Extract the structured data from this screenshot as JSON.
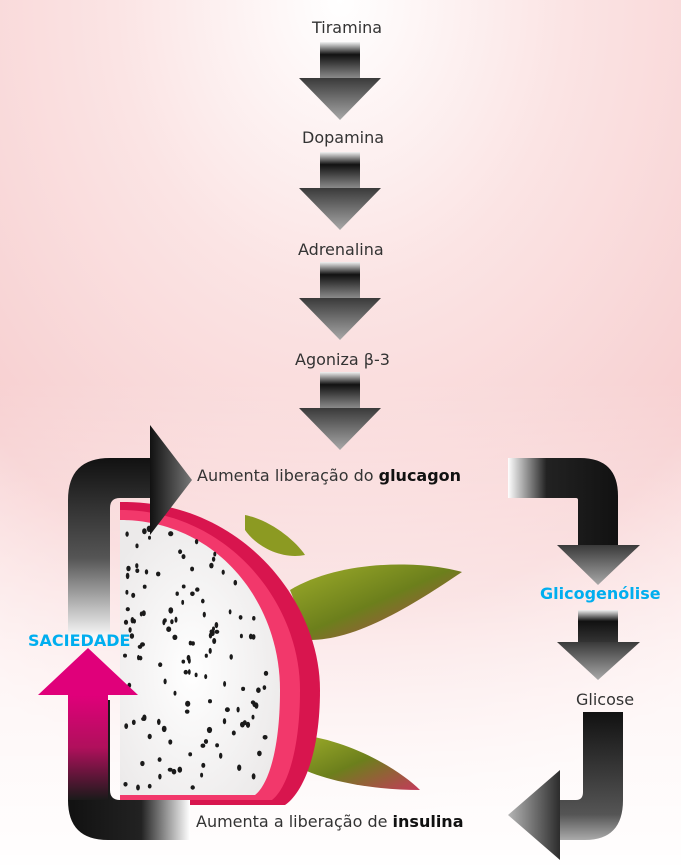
{
  "steps": {
    "tiramina": "Tiramina",
    "dopamina": "Dopamina",
    "adrenalina": "Adrenalina",
    "agoniza": "Agoniza β-3"
  },
  "cycle": {
    "glucagon_prefix": "Aumenta liberação do ",
    "glucagon_bold": "glucagon",
    "glicogenolise": "Glicogenólise",
    "glicose": "Glicose",
    "insulina_prefix": "Aumenta a liberação de ",
    "insulina_bold": "insulina",
    "saciedade": "SACIEDADE"
  },
  "colors": {
    "highlight_blue": "#00AEEF",
    "magenta": "#E0007A",
    "background_pink": "#F6C9CB"
  },
  "image": {
    "subject": "dragon-fruit-half"
  }
}
